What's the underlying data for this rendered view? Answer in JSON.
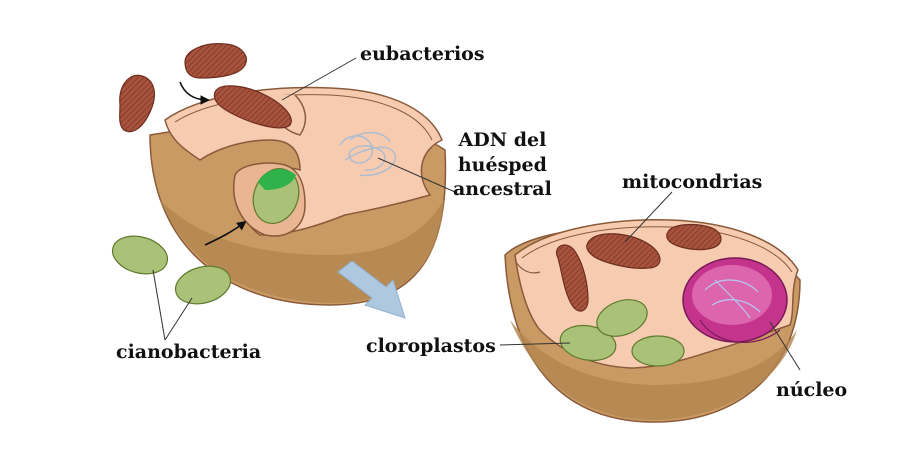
{
  "labels": {
    "eubacterios": "eubacterios",
    "adn_line1": "ADN del",
    "adn_line2": "huésped",
    "adn_line3": "ancestral",
    "mitocondrias": "mitocondrias",
    "cianobacteria": "cianobacteria",
    "cloroplastos": "cloroplastos",
    "nucleo": "núcleo"
  },
  "colors": {
    "cytoplasm": "#f6cbb0",
    "shell": "#c99a63",
    "shell_dark": "#a9793f",
    "membrane": "#8a5a3a",
    "bacteria": "#a8533d",
    "bacteria_dark": "#6e2e1f",
    "chloroplast": "#a9c277",
    "chloroplast_dark": "#5f7a2e",
    "engulf_green": "#2fb24a",
    "dna": "#b8c7d8",
    "nucleus": "#c4348c",
    "nucleus_inner": "#e06fb4",
    "arrow": "#aec8df",
    "text": "#111111"
  },
  "icons": {
    "engulf_arrow_top": "curved-arrow-icon",
    "engulf_arrow_bottom": "curved-arrow-icon",
    "transition_arrow": "thick-arrow-icon"
  }
}
